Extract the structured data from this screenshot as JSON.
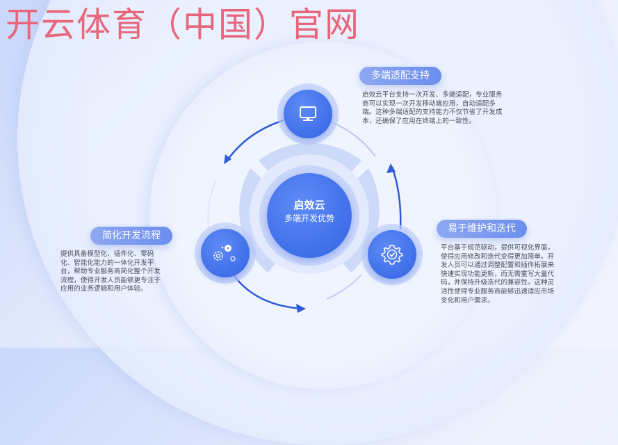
{
  "title": "开云体育（中国）官网",
  "center": {
    "title": "启效云",
    "subtitle": "多端开发优势"
  },
  "features": [
    {
      "label": "多端适配支持",
      "icon": "monitor-icon",
      "description_lines": [
        "启效云平台支持一次开发、多端适配，专业服务",
        "商可以实现一次开发移动端应用，自动适配多",
        "端。这种多端适配的支持能力不仅节省了开发成",
        "本，还确保了应用在终端上的一致性。"
      ]
    },
    {
      "label": "简化开发流程",
      "icon": "gears-icon",
      "description_lines": [
        "提供具备模型化、插件化、零码",
        "化、智能化能力的一体化开发平",
        "台，帮助专业服务商简化整个开发",
        "流程，使得开发人员能够更专注于",
        "应用的业务逻辑和用户体验。"
      ]
    },
    {
      "label": "易于维护和迭代",
      "icon": "gear-check-icon",
      "description_lines": [
        "平台基于规范驱动，提供可视化界面，",
        "使得应用修改和迭代变得更加简单。开",
        "发人员可以通过调整配置和插件拓展来",
        "快速实现功能更新，而无需重写大量代",
        "码，并保持升级迭代的兼容性。这种灵",
        "活性使得专业服务商能够迅速适应市场",
        "变化和用户需求。"
      ]
    }
  ],
  "colors": {
    "title": "#e8657a",
    "accent": "#3f6fe9",
    "arrow": "#2f5bd8",
    "text": "#4a4f5c"
  }
}
